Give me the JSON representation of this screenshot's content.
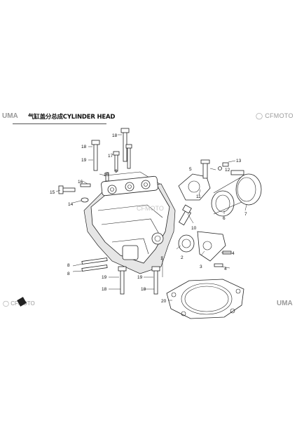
{
  "diagram": {
    "title": "气缸盖分总成CYLINDER HEAD",
    "brand_left": "UMA",
    "brand_right": "CFMOTO",
    "brand_bottom_left": "CFMOTO",
    "brand_bottom_right": "UMA",
    "watermark": "CFMOTO",
    "callouts": [
      "1",
      "2",
      "3",
      "4",
      "5",
      "6",
      "7",
      "8",
      "9",
      "10",
      "11",
      "12",
      "13",
      "14",
      "15",
      "16",
      "17",
      "18",
      "19",
      "20"
    ],
    "colors": {
      "line": "#222222",
      "brand_grey": "#9a9a9a",
      "background": "#ffffff"
    }
  }
}
